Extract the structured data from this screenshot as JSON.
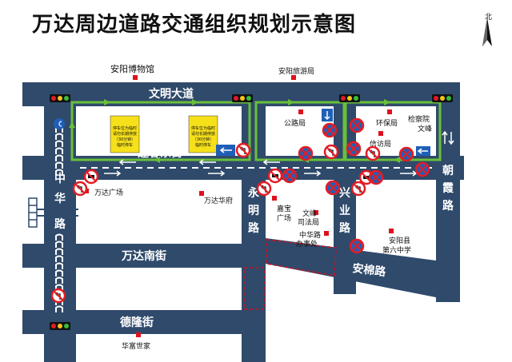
{
  "title": "万达周边道路交通组织规划示意图",
  "north_label": "北",
  "roads": {
    "wenming": "文明大道",
    "yingchun": "迎春东街",
    "zhonghua_1": "中",
    "zhonghua_2": "华",
    "zhonghua_3": "路",
    "yongming_1": "永",
    "yongming_2": "明",
    "yongming_3": "路",
    "xingye_1": "兴",
    "xingye_2": "业",
    "xingye_3": "路",
    "chaoxia_1": "朝",
    "chaoxia_2": "霞",
    "chaoxia_3": "路",
    "wanda_south": "万达南街",
    "delong": "德隆街",
    "anmian": "安棉路"
  },
  "places": {
    "museum": "安阳博物馆",
    "tourism": "安阳旅游局",
    "highway": "公路局",
    "env": "环保局",
    "xinfang": "信访局",
    "jianchayuan": "检察院",
    "wenfeng_1": "文峰",
    "wanda_plaza": "万达广场",
    "wanda_huafu": "万达华府",
    "jiabao_1": "嘉宝",
    "jiabao_2": "广场",
    "wenfeng_sifa_1": "文峰",
    "wenfeng_sifa_2": "司法局",
    "zhonghua_office_1": "中华路",
    "zhonghua_office_2": "办事处",
    "school_1": "安阳县",
    "school_2": "第六中学",
    "huafu_shijia": "华富世家"
  },
  "signs": {
    "yellow_line_1": "停车位为临时",
    "yellow_line_2": "请勿长期停放",
    "yellow_line_3": "（30分钟）",
    "yellow_line_4": "临时停车"
  },
  "colors": {
    "road": "#2f4a6b",
    "green_route": "#6abf3a",
    "white_lane": "#ffffff",
    "poi": "#e0101c",
    "no_turn_red": "#e41c24",
    "sign_blue": "#1f5fb8",
    "sign_yellow": "#f6e01a",
    "dashed_red": "#d01020"
  }
}
